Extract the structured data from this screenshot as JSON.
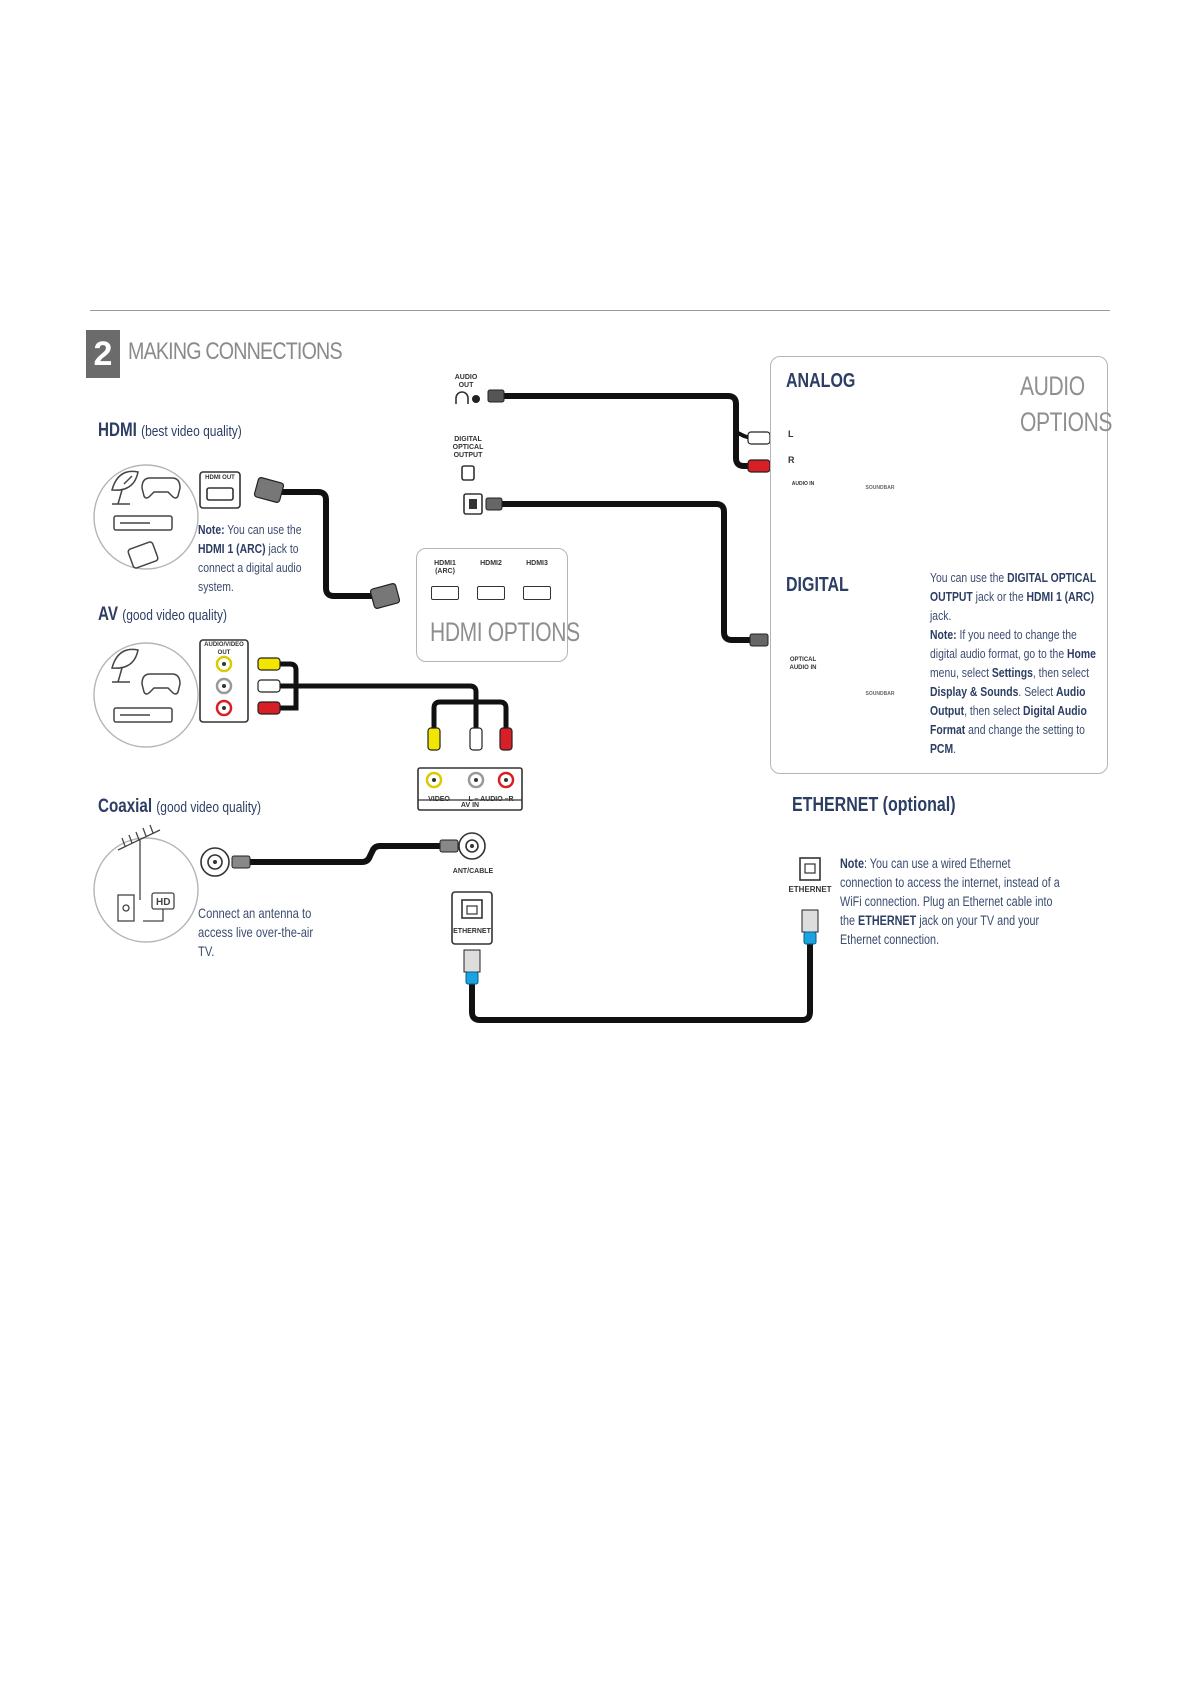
{
  "header": {
    "step_number": "2",
    "title": "MAKING CONNECTIONS"
  },
  "sections": {
    "hdmi": {
      "title": "HDMI",
      "subtitle": "(best video quality)",
      "port_label": "HDMI OUT",
      "note_bold": "Note:",
      "note_text_1": "You can use the",
      "note_bold_2": "HDMI 1 (ARC)",
      "note_text_2": "jack to connect a digital audio system."
    },
    "av": {
      "title": "AV",
      "subtitle": "(good video quality)",
      "port_label": "AUDIO/VIDEO OUT"
    },
    "coaxial": {
      "title": "Coaxial",
      "subtitle": "(good video quality)",
      "note": "Connect an antenna to access live over-the-air TV."
    }
  },
  "tv_panel": {
    "audio_out_label": "AUDIO OUT",
    "optical_out_label": "DIGITAL OPTICAL OUTPUT",
    "hdmi_ports": [
      "HDMI1 (ARC)",
      "HDMI2",
      "HDMI3"
    ],
    "hdmi_options_title": "HDMI OPTIONS",
    "av_in_labels": [
      "VIDEO",
      "L – AUDIO –R",
      "AV IN"
    ],
    "ant_cable_label": "ANT/CABLE",
    "ethernet_label": "ETHERNET"
  },
  "audio_options": {
    "title_line1": "AUDIO",
    "title_line2": "OPTIONS",
    "analog_title": "ANALOG",
    "analog_port_L": "L",
    "analog_port_R": "R",
    "analog_port_label": "AUDIO IN",
    "soundbar_label": "SOUNDBAR",
    "digital_title": "DIGITAL",
    "optical_in_label": "OPTICAL AUDIO IN",
    "digital_note": {
      "t1": "You can use the ",
      "b1": "DIGITAL OPTICAL OUTPUT",
      "t2": " jack or the ",
      "b2": "HDMI 1 (ARC)",
      "t3": " jack.",
      "b3": "Note:",
      "t4": " If you need to change the digital audio format, go to the ",
      "b4": "Home",
      "t5": " menu, select ",
      "b5": "Settings",
      "t6": ", then select ",
      "b6": "Display & Sounds",
      "t7": ". Select ",
      "b7": "Audio Output",
      "t8": ", then select ",
      "b8": "Digital Audio Format",
      "t9": " and change the setting to ",
      "b9": "PCM",
      "t10": "."
    }
  },
  "ethernet": {
    "title": "ETHERNET (optional)",
    "port_label": "ETHERNET",
    "note_bold": "Note",
    "note_t1": ": You can use a wired Ethernet connection to access the internet, instead of a WiFi connection. Plug an Ethernet cable into the ",
    "note_bold2": "ETHERNET",
    "note_t2": " jack on your TV and your Ethernet connection."
  },
  "colors": {
    "heading_navy": "#2c3e63",
    "gray_title": "#8f8f8f",
    "cable_black": "#111111",
    "rca_yellow": "#f2e600",
    "rca_red": "#d81f26",
    "rca_white": "#ffffff",
    "ethernet_blue": "#1aa3e0"
  }
}
